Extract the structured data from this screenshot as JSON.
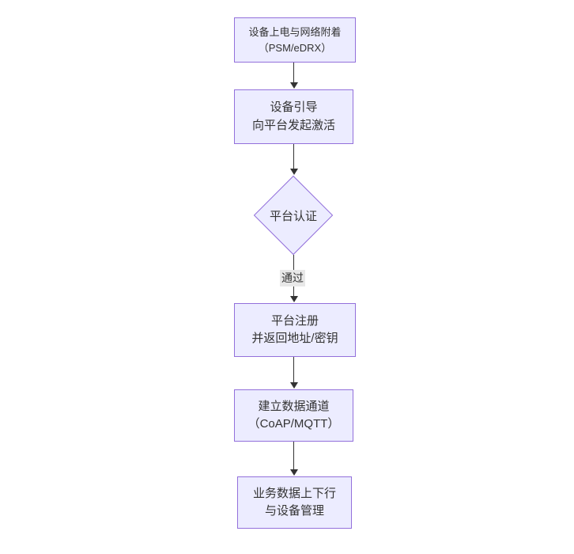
{
  "diagram": {
    "type": "flowchart",
    "direction": "top-to-bottom",
    "nodes": [
      {
        "shape": "rect",
        "lines": [
          "设备上电与网络附着",
          "（PSM/eDRX）"
        ]
      },
      {
        "shape": "rect",
        "lines": [
          "设备引导",
          "向平台发起激活"
        ]
      },
      {
        "shape": "diamond",
        "lines": [
          "平台认证"
        ]
      },
      {
        "shape": "rect",
        "lines": [
          "平台注册",
          "并返回地址/密钥"
        ]
      },
      {
        "shape": "rect",
        "lines": [
          "建立数据通道",
          "（CoAP/MQTT）"
        ]
      },
      {
        "shape": "rect",
        "lines": [
          "业务数据上下行",
          "与设备管理"
        ]
      }
    ],
    "edge_label": "通过",
    "colors": {
      "node_fill": "#ECECFF",
      "node_border": "#9370DB",
      "text": "#333333",
      "arrow": "#333333",
      "edge_label_bg": "#e8e8e8"
    }
  }
}
